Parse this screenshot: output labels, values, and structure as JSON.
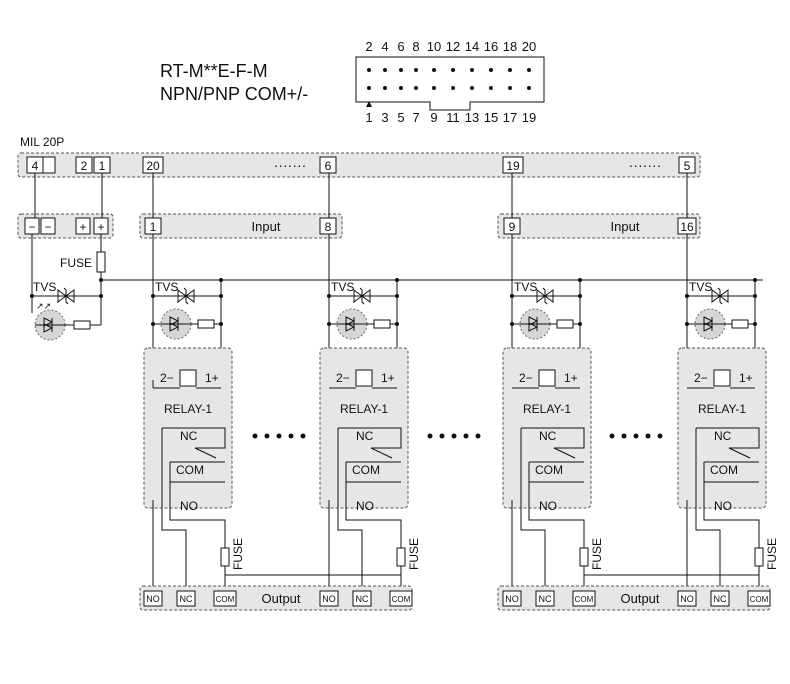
{
  "header": {
    "model": "RT-M**E-F-M",
    "subtitle": "NPN/PNP COM+/-"
  },
  "connector": {
    "top_pins": [
      "2",
      "4",
      "6",
      "8",
      "10",
      "12",
      "14",
      "16",
      "18",
      "20"
    ],
    "bottom_pins": [
      "1",
      "3",
      "5",
      "7",
      "9",
      "11",
      "13",
      "15",
      "17",
      "19"
    ]
  },
  "mil_bar": {
    "label": "MIL 20P",
    "pins": [
      "4",
      "2",
      "1",
      "20",
      "6",
      "19",
      "5"
    ],
    "ellipsis": "·······"
  },
  "power_bar": {
    "labels": [
      "−",
      "−",
      "+",
      "+"
    ]
  },
  "input_bars": [
    {
      "left_pin": "1",
      "title": "Input",
      "right_pin": "8"
    },
    {
      "left_pin": "9",
      "title": "Input",
      "right_pin": "16"
    }
  ],
  "fuse_label": "FUSE",
  "tvs_label": "TVS",
  "relay": {
    "name": "RELAY-1",
    "coil_neg": "2−",
    "coil_pos": "1+",
    "nc": "NC",
    "com": "COM",
    "no": "NO"
  },
  "output_bars": [
    {
      "title": "Output",
      "terminals": [
        "NO",
        "NC",
        "COM",
        "NO",
        "NC",
        "COM"
      ]
    },
    {
      "title": "Output",
      "terminals": [
        "NO",
        "NC",
        "COM",
        "NO",
        "NC",
        "COM"
      ]
    }
  ]
}
